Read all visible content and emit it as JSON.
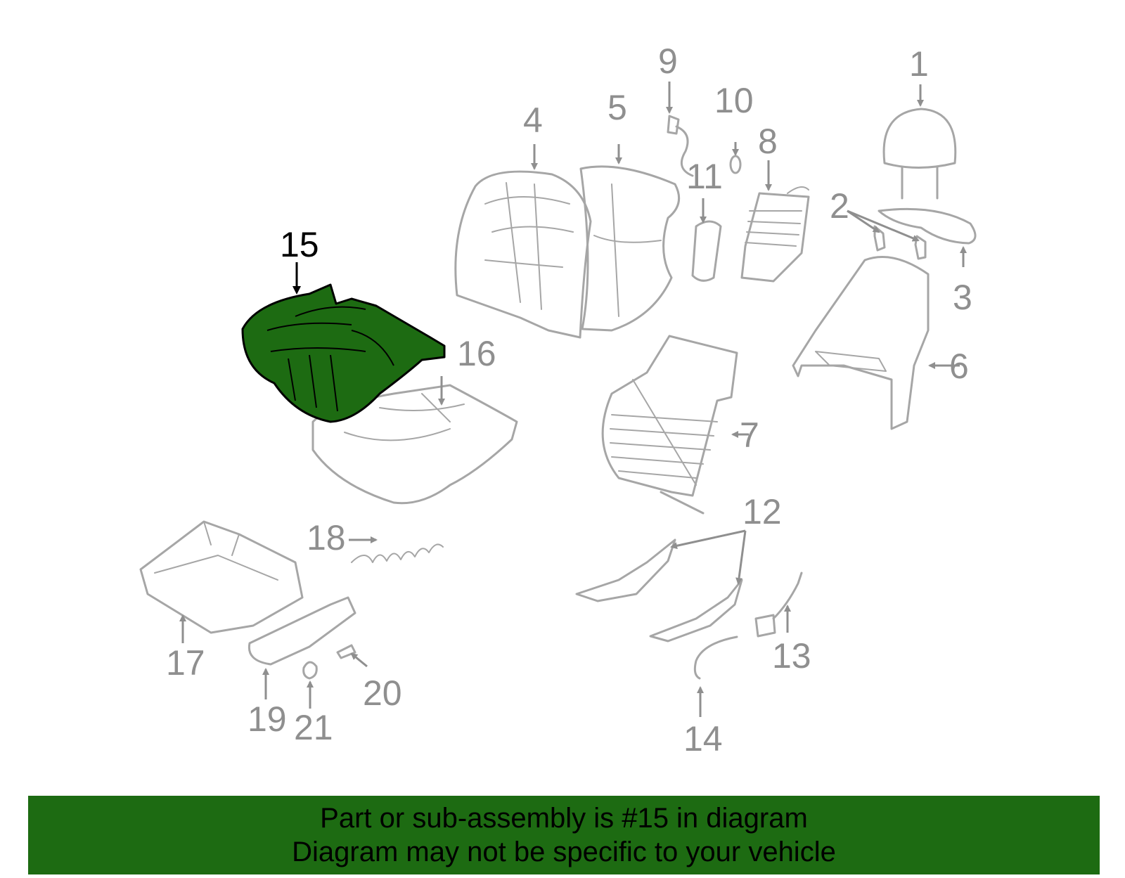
{
  "diagram": {
    "highlighted_part": "15",
    "highlight_color": "#1d6b12",
    "line_color": "#a6a6a6",
    "callouts": [
      "1",
      "2",
      "3",
      "4",
      "5",
      "6",
      "7",
      "8",
      "9",
      "10",
      "11",
      "12",
      "13",
      "14",
      "15",
      "16",
      "17",
      "18",
      "19",
      "20",
      "21"
    ]
  },
  "caption": {
    "line1": "Part or sub-assembly is #15 in diagram",
    "line2": "Diagram may not be specific to your vehicle",
    "background": "#1d6b12"
  }
}
